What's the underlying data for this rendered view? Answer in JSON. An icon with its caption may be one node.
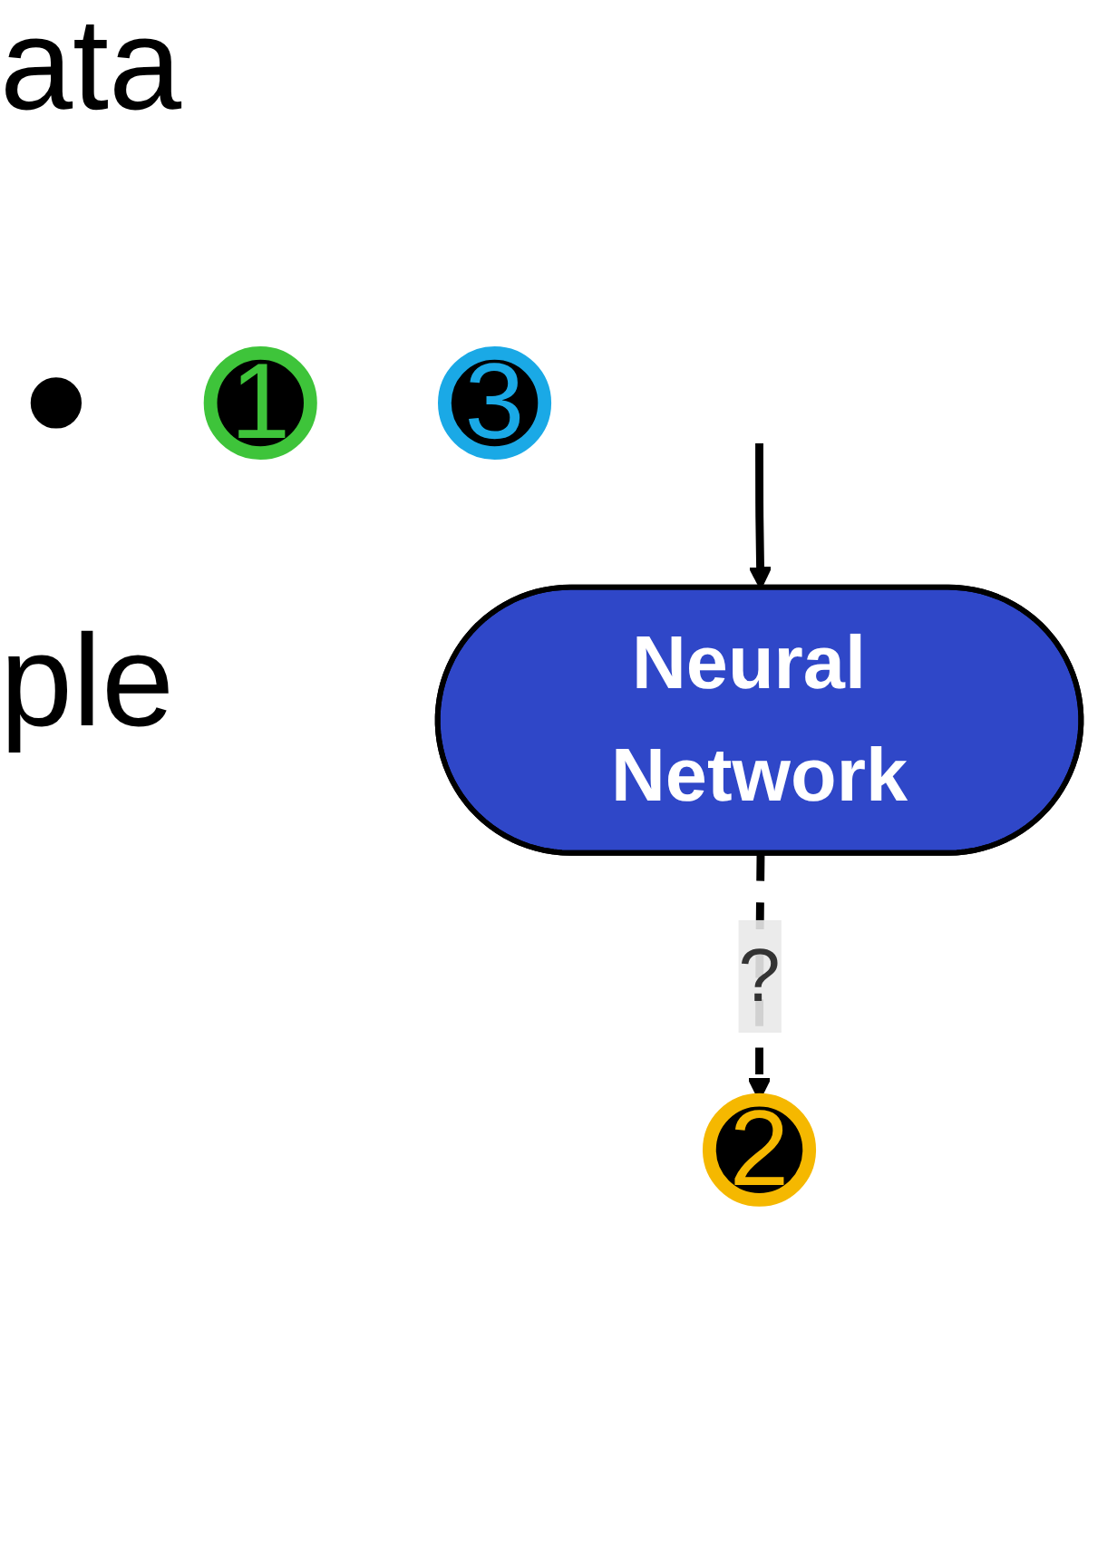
{
  "diagram": {
    "nodes": [
      {
        "text": [],
        "shape": "circle"
      },
      {
        "text": [
          "Neural Network"
        ]
      },
      {
        "text": [
          "1"
        ]
      },
      {
        "text": [
          "2"
        ]
      },
      {
        "text": [
          "3"
        ]
      }
    ],
    "edges": [
      {
        "from": null,
        "to": 1,
        "arrow": "to"
      },
      {
        "from": 1,
        "to": 3,
        "arrow": "to",
        "label": "?",
        "style": "dashed"
      }
    ],
    "labels": [
      "ata",
      "ple"
    ]
  }
}
